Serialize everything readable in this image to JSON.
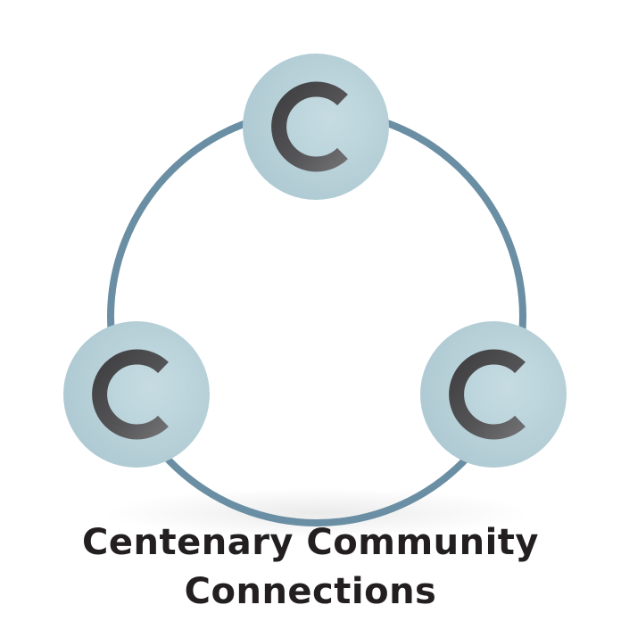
{
  "logo": {
    "node_letter": "C",
    "title_line1": "Centenary Community",
    "title_line2": "Connections"
  },
  "colors": {
    "ring": "#6a8ea3",
    "node_fill": "#b4cfd7",
    "letter": "#4a4a4c",
    "text": "#231f20"
  }
}
